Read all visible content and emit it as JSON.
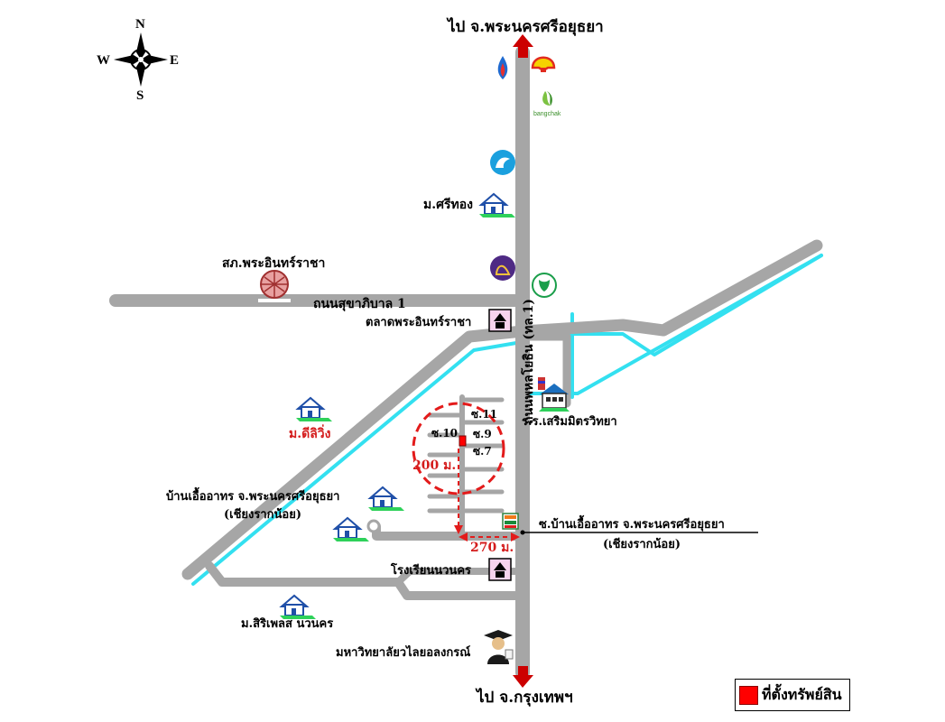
{
  "compass": {
    "north": "N",
    "south": "S",
    "east": "E",
    "west": "W"
  },
  "roads": {
    "highway_name": "ถนนพหลโยธิน (ทล.1)",
    "sukhaphiban_road": "ถนนสุขาภิบาล 1",
    "soi_10": "ซ.10",
    "soi_11": "ซ.11",
    "soi_9": "ซ.9",
    "soi_7": "ซ.7",
    "soi_ban_ua_arthorn_line1": "ซ.บ้านเอื้ออาทร จ.พระนครศรีอยุธยา",
    "soi_ban_ua_arthorn_line2": "(เชียงรากน้อย)"
  },
  "directions": {
    "north_to": "ไป จ.พระนครศรีอยุธยา",
    "south_to": "ไป จ.กรุงเทพฯ"
  },
  "places": {
    "moo_sri_thong": "ม.ศรีทอง",
    "police_station": "สภ.พระอินทร์ราชา",
    "market": "ตลาดพระอินทร์ราชา",
    "school_serm": "ร.ร.เสริมมิตรวิทยา",
    "moo_d_living": "ม.ดีลิวิ่ง",
    "ban_ua_arthorn_line1": "บ้านเอื้ออาทร จ.พระนครศรีอยุธยา",
    "ban_ua_arthorn_line2": "(เชียงรากน้อย)",
    "school_nava": "โรงเรียนนวนคร",
    "moo_siri": "ม.สิริเพลส นวนคร",
    "university": "มหาวิทยาลัยวไลยอลงกรณ์"
  },
  "distances": {
    "vertical": "200 ม.",
    "horizontal": "270 ม."
  },
  "logos": {
    "bangchak": "bangchak"
  },
  "legend": {
    "label": "ที่ตั้งทรัพย์สิน"
  },
  "colors": {
    "road": "#a6a6a6",
    "canal": "#33e0f0",
    "distance_marker": "#e31b1b",
    "property_marker": "#ff0000"
  }
}
